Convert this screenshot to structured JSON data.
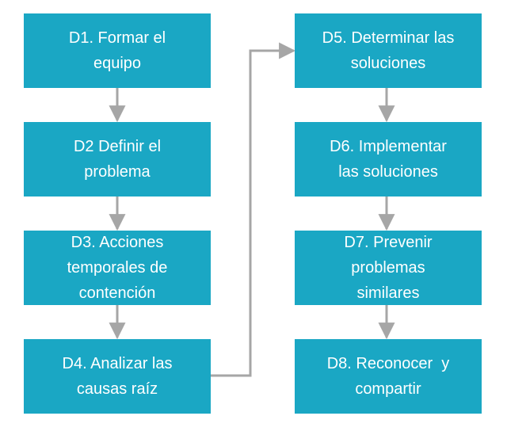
{
  "colors": {
    "box_fill": "#1aa7c4",
    "box_text": "#ffffff",
    "connector": "#a6a6a6"
  },
  "steps": [
    {
      "id": "D1",
      "lines": [
        "D1. Formar el",
        "equipo"
      ]
    },
    {
      "id": "D2",
      "lines": [
        "D2 Definir el",
        "problema"
      ]
    },
    {
      "id": "D3",
      "lines": [
        "D3. Acciones",
        "temporales de",
        "contención"
      ]
    },
    {
      "id": "D4",
      "lines": [
        "D4. Analizar las",
        "causas raíz"
      ]
    },
    {
      "id": "D5",
      "lines": [
        "D5. Determinar las",
        "soluciones"
      ]
    },
    {
      "id": "D6",
      "lines": [
        "D6. Implementar",
        "las soluciones"
      ]
    },
    {
      "id": "D7",
      "lines": [
        "D7. Prevenir",
        "problemas",
        "similares"
      ]
    },
    {
      "id": "D8",
      "lines": [
        "D8. Reconocer  y",
        "compartir"
      ]
    }
  ]
}
